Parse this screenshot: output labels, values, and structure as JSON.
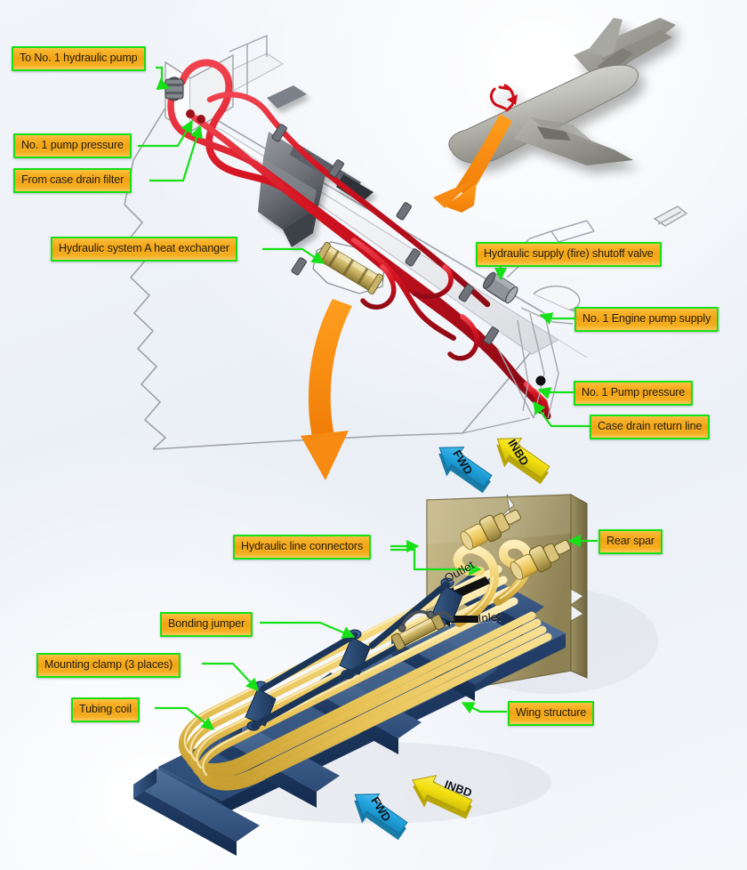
{
  "figure": {
    "background_color": "#eef2f7",
    "callout_border_color": "#16e016",
    "callout_fill_color": "#f2a413",
    "hydraulic_line_color": "#d41220",
    "tubing_color": "#f2d16a",
    "wing_structure_color": "#1d3a63",
    "rear_spar_color": "#b3a878",
    "pointer_arrow_color": "#f68a12",
    "aircraft_color": "#9c9c96"
  },
  "upper_view": {
    "callouts": [
      {
        "id": "to-no-1-hydraulic-pump",
        "label": "To No. 1 hydraulic pump"
      },
      {
        "id": "no-1-pump-pressure",
        "label": "No. 1 pump pressure"
      },
      {
        "id": "from-case-drain-filter",
        "label": "From case drain filter"
      },
      {
        "id": "hydraulic-system-a-heat-exchanger",
        "label": "Hydraulic system A heat exchanger"
      },
      {
        "id": "hydraulic-supply-fire-shutoff-valve",
        "label": "Hydraulic supply (fire) shutoff valve"
      },
      {
        "id": "no-1-engine-pump-supply",
        "label": "No. 1 Engine pump supply"
      },
      {
        "id": "no-1-pump-pressure-2",
        "label": "No. 1 Pump pressure"
      },
      {
        "id": "case-drain-return-line",
        "label": "Case drain return line"
      }
    ],
    "direction_arrows": [
      {
        "id": "fwd",
        "label": "FWD",
        "color": "#29a8e0"
      },
      {
        "id": "inbd",
        "label": "INBD",
        "color": "#f2df10"
      }
    ]
  },
  "lower_view": {
    "callouts": [
      {
        "id": "hydraulic-line-connectors",
        "label": "Hydraulic line connectors"
      },
      {
        "id": "rear-spar",
        "label": "Rear spar"
      },
      {
        "id": "bonding-jumper",
        "label": "Bonding jumper"
      },
      {
        "id": "mounting-clamp-3-places",
        "label": "Mounting clamp (3 places)"
      },
      {
        "id": "tubing-coil",
        "label": "Tubing coil"
      },
      {
        "id": "wing-structure",
        "label": "Wing structure"
      }
    ],
    "flow_labels": [
      {
        "id": "outlet",
        "label": "Outlet"
      },
      {
        "id": "inlet",
        "label": "Inlet"
      }
    ],
    "direction_arrows": [
      {
        "id": "fwd",
        "label": "FWD",
        "color": "#29a8e0"
      },
      {
        "id": "inbd",
        "label": "INBD",
        "color": "#f2df10"
      }
    ]
  }
}
